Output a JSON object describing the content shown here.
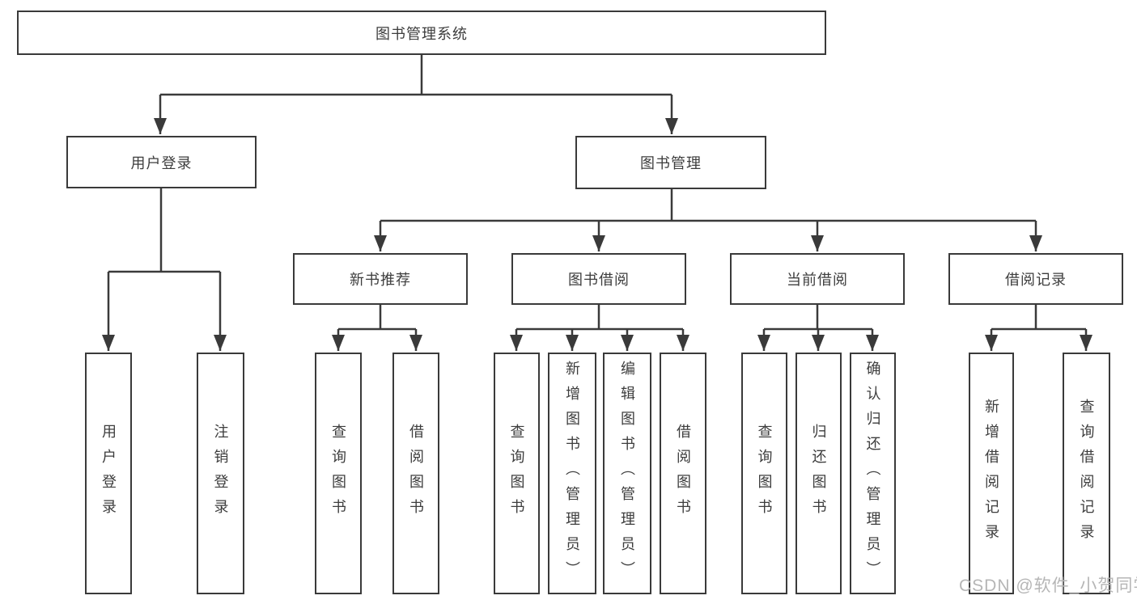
{
  "diagram": {
    "root": {
      "label": "图书管理系统"
    },
    "branches": [
      {
        "label": "用户登录"
      },
      {
        "label": "图书管理"
      }
    ],
    "modules": [
      {
        "label": "新书推荐"
      },
      {
        "label": "图书借阅"
      },
      {
        "label": "当前借阅"
      },
      {
        "label": "借阅记录"
      }
    ],
    "leaves": {
      "user_login": [
        "用户登录",
        "注销登录"
      ],
      "new_book": [
        "查询图书",
        "借阅图书"
      ],
      "book_borrow": [
        "查询图书",
        "新增图书（管理员）",
        "编辑图书（管理员）",
        "借阅图书"
      ],
      "current_borrow": [
        "查询图书",
        "归还图书",
        "确认归还（管理员）"
      ],
      "borrow_record": [
        "新增借阅记录",
        "查询借阅记录"
      ]
    },
    "colors": {
      "line": "#3a3a3a",
      "text": "#3d3d3d",
      "background": "#ffffff",
      "watermark": "#b6b6b6"
    }
  },
  "watermark": {
    "text": "CSDN @软件_小贺同学"
  }
}
